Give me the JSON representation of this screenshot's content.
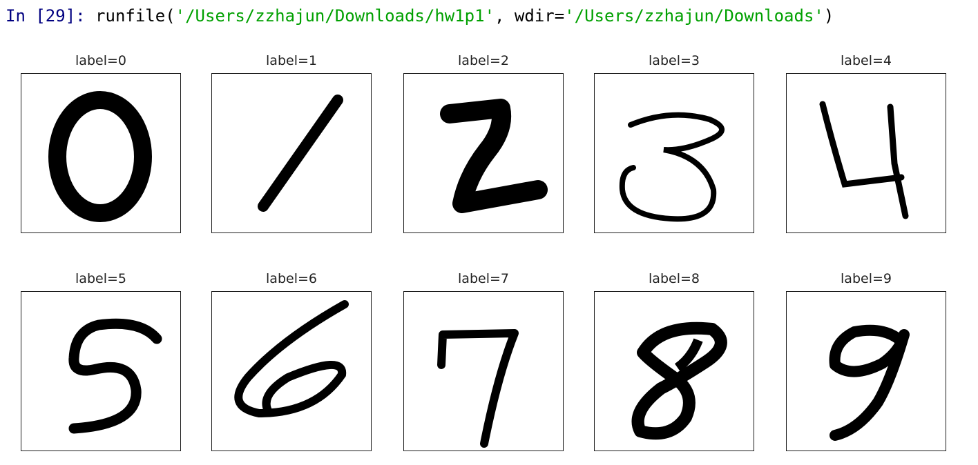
{
  "console": {
    "prompt": "In [29]:",
    "code_prefix": " runfile(",
    "path_arg": "'/Users/zzhajun/Downloads/hw1p1'",
    "mid": ", wdir=",
    "wdir_arg": "'/Users/zzhajun/Downloads'",
    "suffix": ")"
  },
  "figure": {
    "panels": [
      {
        "title": "label=0",
        "digit": "0"
      },
      {
        "title": "label=1",
        "digit": "1"
      },
      {
        "title": "label=2",
        "digit": "2"
      },
      {
        "title": "label=3",
        "digit": "3"
      },
      {
        "title": "label=4",
        "digit": "4"
      },
      {
        "title": "label=5",
        "digit": "5"
      },
      {
        "title": "label=6",
        "digit": "6"
      },
      {
        "title": "label=7",
        "digit": "7"
      },
      {
        "title": "label=8",
        "digit": "8"
      },
      {
        "title": "label=9",
        "digit": "9"
      }
    ]
  },
  "colors": {
    "prompt": "#000080",
    "string": "#00a000",
    "ink": "#000000"
  }
}
